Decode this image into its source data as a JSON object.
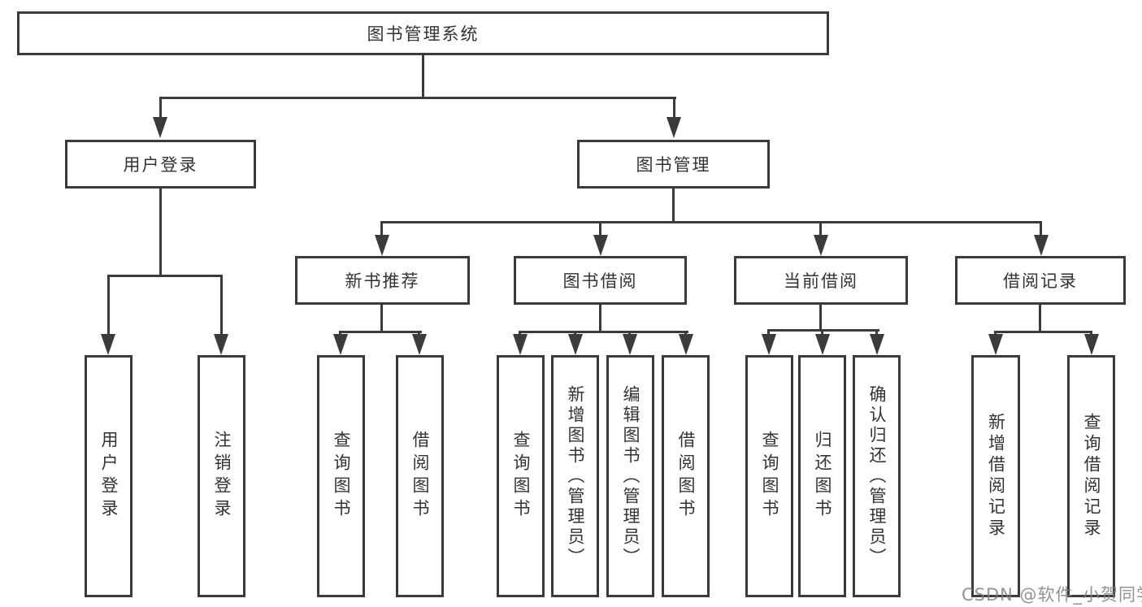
{
  "diagram": {
    "type": "hierarchy-diagram",
    "colors": {
      "line": "#3b3b3b",
      "border": "#3b3b3b",
      "text": "#333333",
      "background": "#ffffff",
      "watermark": "#808084"
    },
    "watermark": "CSDN @软件_小贺同学",
    "tree": {
      "label": "图书管理系统",
      "children": [
        {
          "label": "用户登录",
          "children": [
            {
              "label": "用户登录"
            },
            {
              "label": "注销登录"
            }
          ]
        },
        {
          "label": "图书管理",
          "children": [
            {
              "label": "新书推荐",
              "children": [
                {
                  "label": "查询图书"
                },
                {
                  "label": "借阅图书"
                }
              ]
            },
            {
              "label": "图书借阅",
              "children": [
                {
                  "label": "查询图书"
                },
                {
                  "label": "新增图书（管理员）"
                },
                {
                  "label": "编辑图书（管理员）"
                },
                {
                  "label": "借阅图书"
                }
              ]
            },
            {
              "label": "当前借阅",
              "children": [
                {
                  "label": "查询图书"
                },
                {
                  "label": "归还图书"
                },
                {
                  "label": "确认归还（管理员）"
                }
              ]
            },
            {
              "label": "借阅记录",
              "children": [
                {
                  "label": "新增借阅记录"
                },
                {
                  "label": "查询借阅记录"
                }
              ]
            }
          ]
        }
      ]
    }
  }
}
